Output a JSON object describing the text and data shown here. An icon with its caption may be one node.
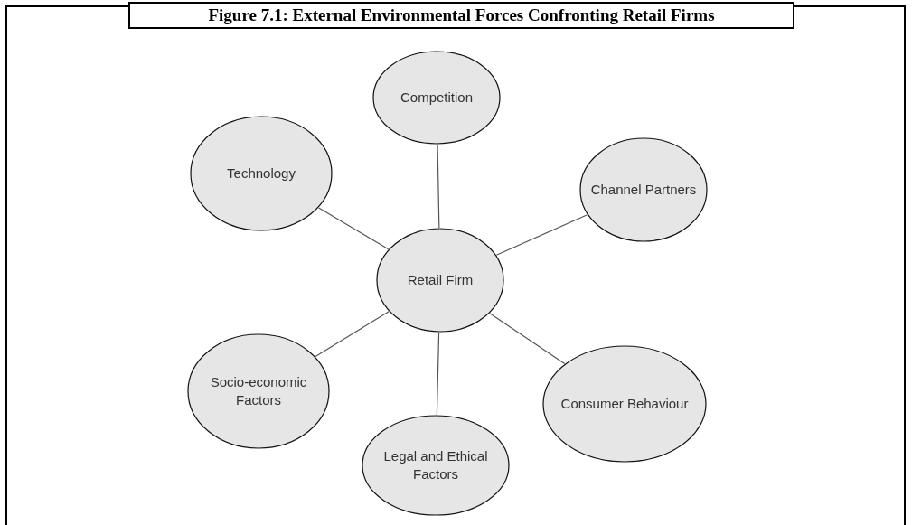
{
  "diagram": {
    "title": "Figure 7.1: External Environmental Forces Confronting Retail Firms",
    "nodes": [
      {
        "text": [
          "Competition"
        ]
      },
      {
        "text": [
          "Technology"
        ]
      },
      {
        "text": [
          "Channel Partners"
        ]
      },
      {
        "text": [
          "Retail Firm"
        ]
      },
      {
        "text": [
          "Socio-economic Factors"
        ]
      },
      {
        "text": [
          "Consumer Behaviour"
        ]
      },
      {
        "text": [
          "Legal and Ethical Factors"
        ]
      }
    ],
    "edges": [
      {
        "from": 3,
        "to": 0,
        "arrow": "none"
      },
      {
        "from": 3,
        "to": 1,
        "arrow": "none"
      },
      {
        "from": 3,
        "to": 2,
        "arrow": "none"
      },
      {
        "from": 3,
        "to": 4,
        "arrow": "none"
      },
      {
        "from": 3,
        "to": 5,
        "arrow": "none"
      },
      {
        "from": 3,
        "to": 6,
        "arrow": "none"
      }
    ]
  }
}
